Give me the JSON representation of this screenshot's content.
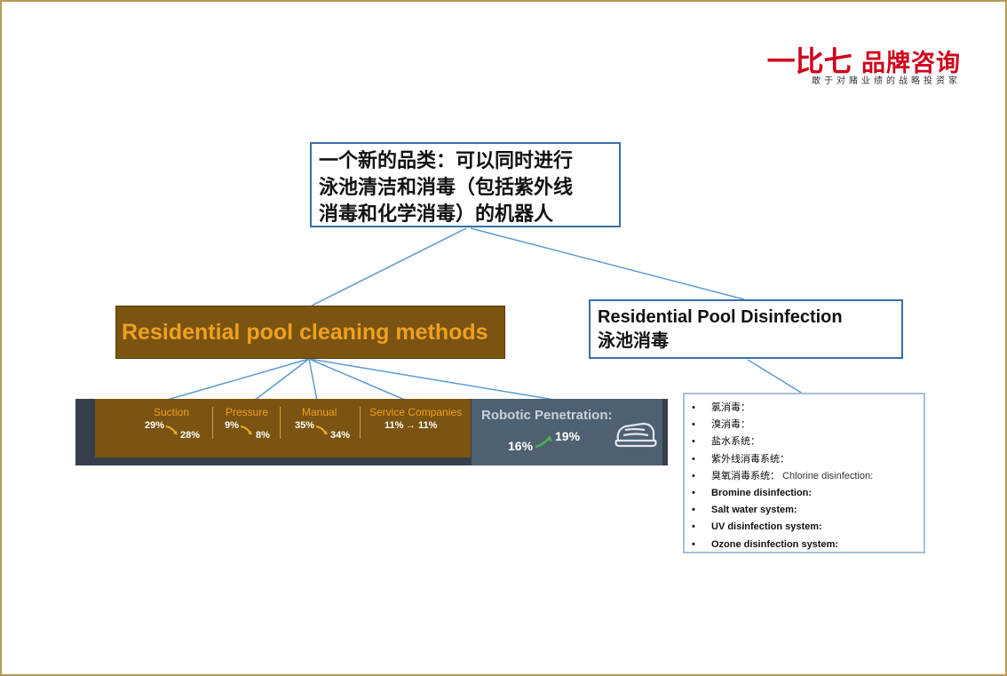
{
  "brand": {
    "logo_mark": "一比七",
    "logo_text": "品牌咨询",
    "tagline": "敢于对赌业绩的战略投资家",
    "color": "#d0021b"
  },
  "top_box": {
    "lines": [
      "一个新的品类：可以同时进行",
      "泳池清洁和消毒（包括紫外线",
      "消毒和化学消毒）的机器人"
    ]
  },
  "methods_box": {
    "label": "Residential pool cleaning methods",
    "bg_color": "#7a5410",
    "text_color": "#f0a020"
  },
  "disinfection_box": {
    "line1": "Residential Pool  Disinfection",
    "line2": "泳池消毒"
  },
  "methods_strip": {
    "items": [
      {
        "label": "Suction",
        "from": "29%",
        "to": "28%"
      },
      {
        "label": "Pressure",
        "from": "9%",
        "to": "8%"
      },
      {
        "label": "Manual",
        "from": "35%",
        "to": "34%"
      },
      {
        "label": "Service Companies",
        "from": "11%",
        "arrow": "→",
        "to": "11%"
      }
    ],
    "robotic": {
      "label": "Robotic Penetration:",
      "from": "16%",
      "to": "19%",
      "icon": "robot-cleaner-icon"
    }
  },
  "disinfection_list": {
    "items": [
      {
        "text": "氯消毒："
      },
      {
        "text": "溴消毒："
      },
      {
        "text": "盐水系统："
      },
      {
        "text": "紫外线消毒系统："
      },
      {
        "text": "臭氧消毒系统：",
        "extra": "Chlorine disinfection:"
      },
      {
        "text": "Bromine disinfection:"
      },
      {
        "text": "Salt water system:"
      },
      {
        "text": "UV disinfection system:"
      },
      {
        "text": "Ozone disinfection system:"
      }
    ]
  }
}
